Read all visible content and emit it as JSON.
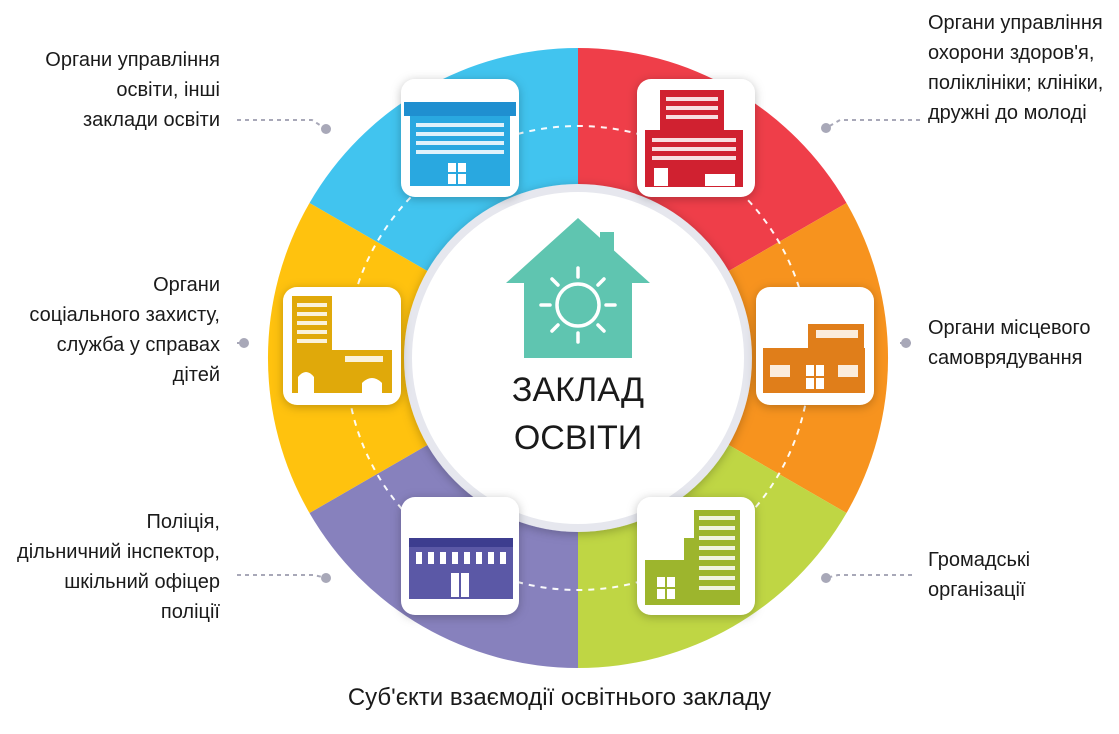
{
  "center": {
    "title": "ЗАКЛАД\nОСВІТИ",
    "icon": "house-sun-icon"
  },
  "caption": "Суб'єкти взаємодії освітнього закладу",
  "colors": {
    "blue": "#41C4EF",
    "red": "#EF3E49",
    "orange": "#F7931E",
    "green": "#BFD644",
    "purple": "#8781BD",
    "yellow": "#FFC20E",
    "house": "#5FC5B0",
    "connector": "#A8A8B8"
  },
  "segments": [
    {
      "id": "education",
      "label": "Органи управління\nосвіти, інші\nзаклади освіти",
      "color": "#41C4EF",
      "icon": "school-building-icon"
    },
    {
      "id": "health",
      "label": "Органи управління\nохорони здоров'я,\nполіклініки; клініки,\nдружні до молоді",
      "color": "#EF3E49",
      "icon": "hospital-building-icon"
    },
    {
      "id": "local-gov",
      "label": "Органи місцевого\nсамоврядування",
      "color": "#F7931E",
      "icon": "municipal-building-icon"
    },
    {
      "id": "ngo",
      "label": "Громадські\nорганізації",
      "color": "#BFD644",
      "icon": "office-tower-icon"
    },
    {
      "id": "police",
      "label": "Поліція,\nдільничний інспектор,\nшкільний офіцер\nполіції",
      "color": "#8781BD",
      "icon": "police-station-icon"
    },
    {
      "id": "social",
      "label": "Органи\nсоціального захисту,\nслужба у справах\nдітей",
      "color": "#FFC20E",
      "icon": "social-service-building-icon"
    }
  ]
}
